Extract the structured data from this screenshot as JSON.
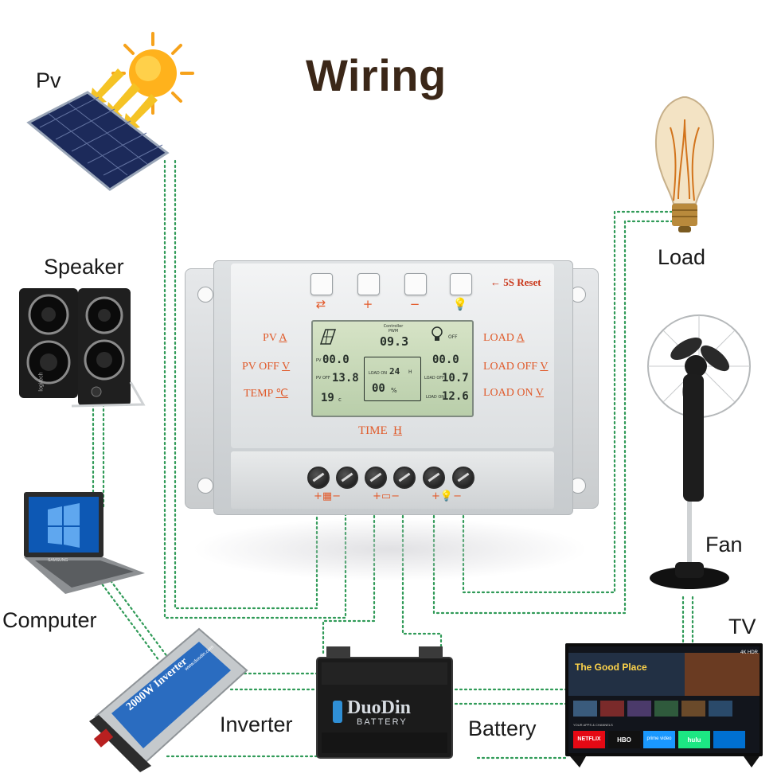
{
  "title": "Wiring",
  "labels": {
    "pv": "Pv",
    "speaker": "Speaker",
    "computer": "Computer",
    "inverter": "Inverter",
    "battery": "Battery",
    "load": "Load",
    "fan": "Fan",
    "tv": "TV"
  },
  "controller": {
    "reset_label": "← 5S Reset",
    "left_labels": [
      {
        "text": "PV",
        "unit": "A"
      },
      {
        "text": "PV OFF",
        "unit": "V"
      },
      {
        "text": "TEMP",
        "unit": "℃"
      }
    ],
    "right_labels": [
      {
        "text": "LOAD",
        "unit": "A"
      },
      {
        "text": "LOAD OFF",
        "unit": "V"
      },
      {
        "text": "LOAD ON",
        "unit": "V"
      }
    ],
    "time_label": {
      "text": "TIME",
      "unit": "H"
    },
    "lcd": {
      "header": "Controller PWM",
      "top_value": "09.3",
      "load_state": "OFF",
      "pv_value": "00.0",
      "pv_off_value": "13.8",
      "temp_value": "19",
      "temp_unit": "c",
      "load_on_hours": "24",
      "load_on_tag": "LOAD ON",
      "hours_unit": "H",
      "percent_value": "00",
      "percent_unit": "%",
      "load_value": "00.0",
      "load_off_value": "10.7",
      "load_on_value": "12.6",
      "load_off_tag": "LOAD OFF",
      "load_on_small_tag": "LOAD ON",
      "pv_tag": "PV",
      "pv_off_tag": "PV OFF"
    }
  },
  "battery_text": {
    "brand": "DuoDin",
    "sub": "BATTERY"
  },
  "inverter_text": {
    "model": "2000W Inverter",
    "site": "www.duodin.com"
  },
  "laptop_brand": "SAMSUNG",
  "speaker_brand": "logitech",
  "tv": {
    "show_title": "The Good Place",
    "res_badge": "4K HDR",
    "tiles": [
      "NETFLIX",
      "HBO",
      "prime video",
      "hulu",
      ""
    ],
    "row_label": "YOUR APPS & CHANNELS"
  },
  "colors": {
    "wire": "#2f9a57",
    "title": "#3b2718",
    "panel_accent": "#e05a2a"
  }
}
